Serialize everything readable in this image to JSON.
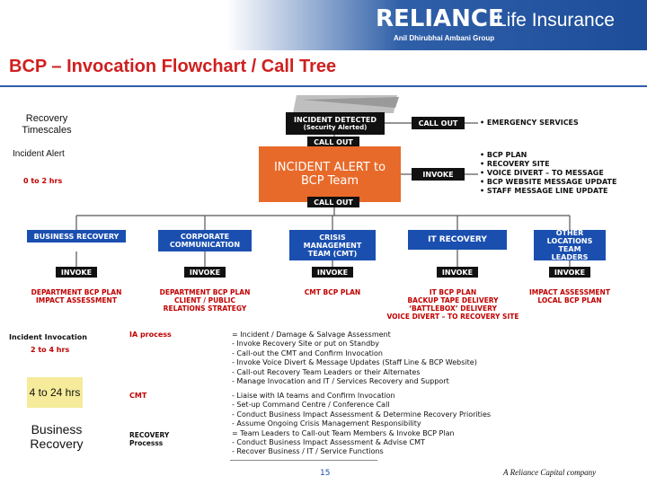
{
  "brand": {
    "name": "RELIANCE",
    "suffix": "Life Insurance",
    "group": "Anil Dhirubhai Ambani Group"
  },
  "title": "BCP – Invocation Flowchart / Call Tree",
  "left_col": {
    "recovery_timescales": "Recovery Timescales",
    "incident_alert": "Incident Alert",
    "alert_time": "0 to 2 hrs",
    "incident_invocation": "Incident Invocation",
    "invocation_time": "2 to 4 hrs",
    "recovery_time": "4 to 24 hrs",
    "business_recovery": "Business Recovery"
  },
  "top": {
    "incident_detected": "INCIDENT DETECTED",
    "security_alerted": "(Security Alerted)",
    "call_out_1": "CALL OUT",
    "call_out_2": "CALL OUT",
    "call_out_3": "CALL OUT",
    "incident_alert_team": "INCIDENT ALERT to BCP Team",
    "invoke": "INVOKE",
    "emergency": [
      "EMERGENCY SERVICES"
    ],
    "bcp_actions": [
      "BCP PLAN",
      "RECOVERY SITE",
      "VOICE DIVERT – TO MESSAGE",
      "BCP WEBSITE MESSAGE UPDATE",
      "STAFF MESSAGE LINE UPDATE"
    ]
  },
  "teams": [
    {
      "name": "BUSINESS RECOVERY",
      "invoke": "INVOKE",
      "plan": "DEPARTMENT BCP PLAN\nIMPACT ASSESSMENT"
    },
    {
      "name": "CORPORATE COMMUNICATION",
      "invoke": "INVOKE",
      "plan": "DEPARTMENT BCP PLAN\nCLIENT / PUBLIC\nRELATIONS STRATEGY"
    },
    {
      "name": "CRISIS MANAGEMENT TEAM (CMT)",
      "invoke": "INVOKE",
      "plan": "CMT BCP PLAN"
    },
    {
      "name": "IT RECOVERY",
      "invoke": "INVOKE",
      "plan": "IT BCP PLAN\nBACKUP TAPE DELIVERY\n‘BATTLEBOX’ DELIVERY\nVOICE DIVERT – TO RECOVERY SITE"
    },
    {
      "name": "OTHER LOCATIONS TEAM LEADERS",
      "invoke": "INVOKE",
      "plan": "IMPACT ASSESSMENT\nLOCAL BCP PLAN"
    }
  ],
  "process_labels": {
    "ia": "IA process",
    "cmt": "CMT",
    "recovery": "RECOVERY Processs"
  },
  "ia_steps": [
    "= Incident / Damage & Salvage Assessment",
    "- Invoke Recovery Site or put on Standby",
    "- Call-out the CMT and Confirm Invocation",
    "- Invoke Voice Divert & Message Updates (Staff Line & BCP Website)",
    "- Call-out Recovery Team Leaders or their Alternates",
    "- Manage Invocation and IT / Services Recovery and Support"
  ],
  "cmt_steps": [
    "- Liaise with IA teams and Confirm Invocation",
    "- Set-up Command Centre / Conference Call",
    "- Conduct Business Impact Assessment & Determine Recovery Priorities",
    "- Assume Ongoing Crisis Management Responsibility",
    "= Team Leaders to Call-out Team Members & Invoke BCP Plan",
    "- Conduct Business Impact Assessment & Advise CMT",
    "- Recover Business / IT / Service Functions"
  ],
  "footer": {
    "page": "15",
    "company": "A Reliance Capital company"
  },
  "colors": {
    "accent_blue": "#1a4fb0",
    "title_red": "#d01f1f",
    "orange": "#e86a2a",
    "yellow": "#f5eb9a"
  }
}
